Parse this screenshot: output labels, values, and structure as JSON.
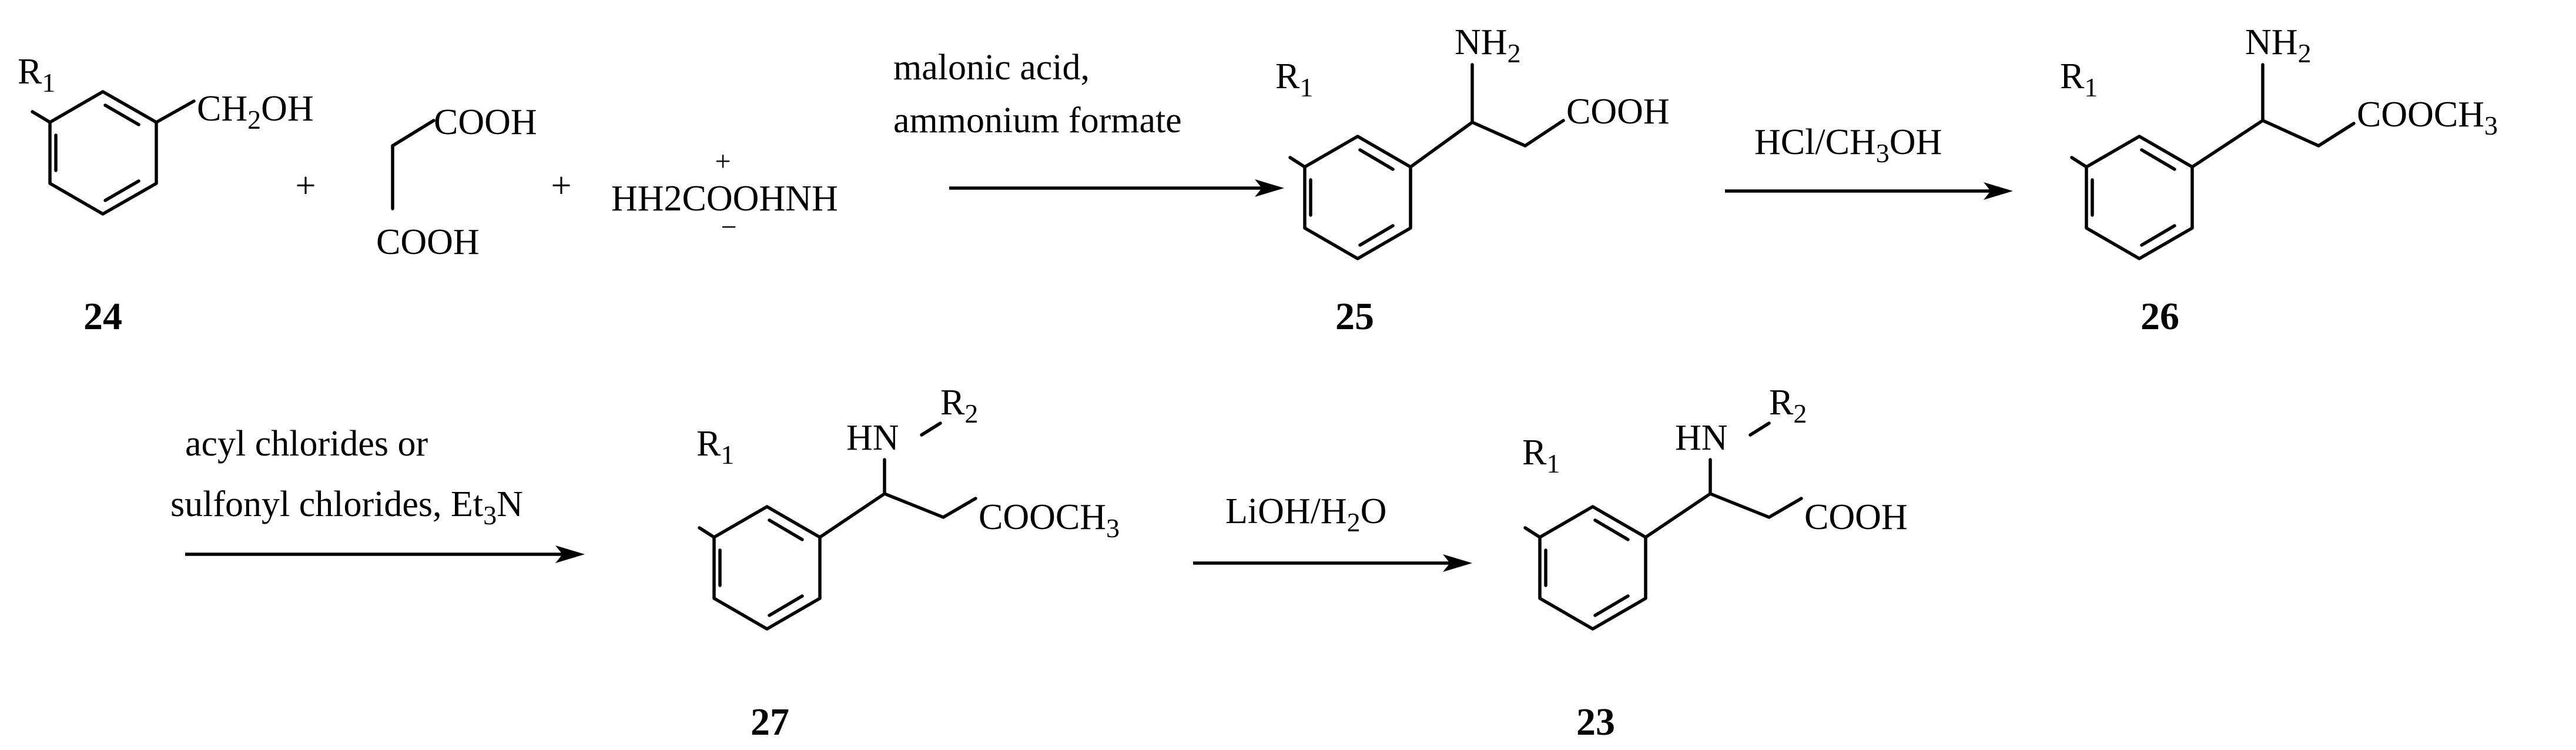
{
  "scheme": {
    "compounds": {
      "c24": {
        "label": "24",
        "r1": "R",
        "r1_sub": "1",
        "group": "CH",
        "group_sub": "2",
        "group_tail": "OH"
      },
      "malonic": {
        "top": "COOH",
        "bottom": "COOH"
      },
      "formate": {
        "text": "HH2COOHNH",
        "plus_charge": "+",
        "minus_charge": "−"
      },
      "c25": {
        "label": "25",
        "r1": "R",
        "r1_sub": "1",
        "nh": "NH",
        "nh_sub": "2",
        "acid": "COOH"
      },
      "c26": {
        "label": "26",
        "r1": "R",
        "r1_sub": "1",
        "nh": "NH",
        "nh_sub": "2",
        "ester": "COOCH",
        "ester_sub": "3"
      },
      "c27": {
        "label": "27",
        "r1": "R",
        "r1_sub": "1",
        "hn": "HN",
        "r2": "R",
        "r2_sub": "2",
        "ester": "COOCH",
        "ester_sub": "3"
      },
      "c23": {
        "label": "23",
        "r1": "R",
        "r1_sub": "1",
        "hn": "HN",
        "r2": "R",
        "r2_sub": "2",
        "acid": "COOH"
      }
    },
    "operators": {
      "plus1": "+",
      "plus2": "+"
    },
    "arrows": {
      "a1": {
        "line1": "malonic acid,",
        "line2": "ammonium formate"
      },
      "a2": {
        "pre": "HCl/CH",
        "sub": "3",
        "post": "OH"
      },
      "a3": {
        "line1": "acyl chlorides or",
        "line2_pre": "sulfonyl chlorides, Et",
        "line2_sub": "3",
        "line2_post": "N"
      },
      "a4": {
        "pre": "LiOH/H",
        "sub": "2",
        "post": "O"
      }
    }
  }
}
